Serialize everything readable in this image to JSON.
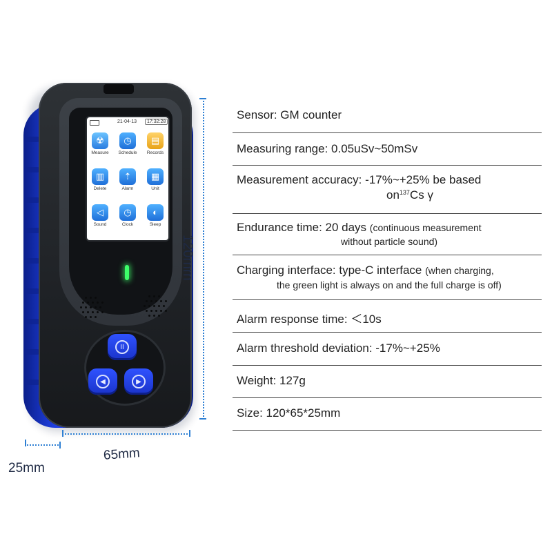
{
  "device": {
    "screen": {
      "date": "21-04-13",
      "time": "17:32:28",
      "apps": [
        {
          "label": "Measure",
          "icon": "radiation-icon"
        },
        {
          "label": "Schedule",
          "icon": "clock-icon"
        },
        {
          "label": "Records",
          "icon": "document-icon"
        },
        {
          "label": "Delete",
          "icon": "trash-icon"
        },
        {
          "label": "Alarm",
          "icon": "alarm-icon"
        },
        {
          "label": "Unit",
          "icon": "unit-icon"
        },
        {
          "label": "Sound",
          "icon": "speaker-icon"
        },
        {
          "label": "Clock",
          "icon": "clock-icon"
        },
        {
          "label": "Sleep",
          "icon": "moon-icon"
        }
      ]
    },
    "buttons": [
      {
        "icon": "pause-icon",
        "glyph": "II"
      },
      {
        "icon": "left-arrow-icon",
        "glyph": "◀"
      },
      {
        "icon": "right-arrow-icon",
        "glyph": "▶"
      }
    ],
    "led_color": "#3dff6a",
    "bumper_color": "#2c4df2"
  },
  "dimensions": {
    "height": "120mm",
    "width": "65mm",
    "depth": "25mm"
  },
  "specs": {
    "sensor": "Sensor: GM counter",
    "range": "Measuring range: 0.05uSv~50mSv",
    "accuracy_l1": "Measurement accuracy: -17%~+25% be based",
    "accuracy_pre": "on",
    "accuracy_sup": "137",
    "accuracy_post": "Cs γ",
    "endurance_main": "Endurance time: 20 days",
    "endurance_note1": "(continuous measurement",
    "endurance_note2": "without particle sound)",
    "charging_main": "Charging interface: type-C interface",
    "charging_note1": "(when charging,",
    "charging_note2": "the green light is always on and the full charge is off)",
    "alarm_response": "Alarm response time: ＜10s",
    "alarm_threshold": "Alarm threshold deviation: -17%~+25%",
    "weight": "Weight: 127g",
    "size": "Size: 120*65*25mm"
  }
}
